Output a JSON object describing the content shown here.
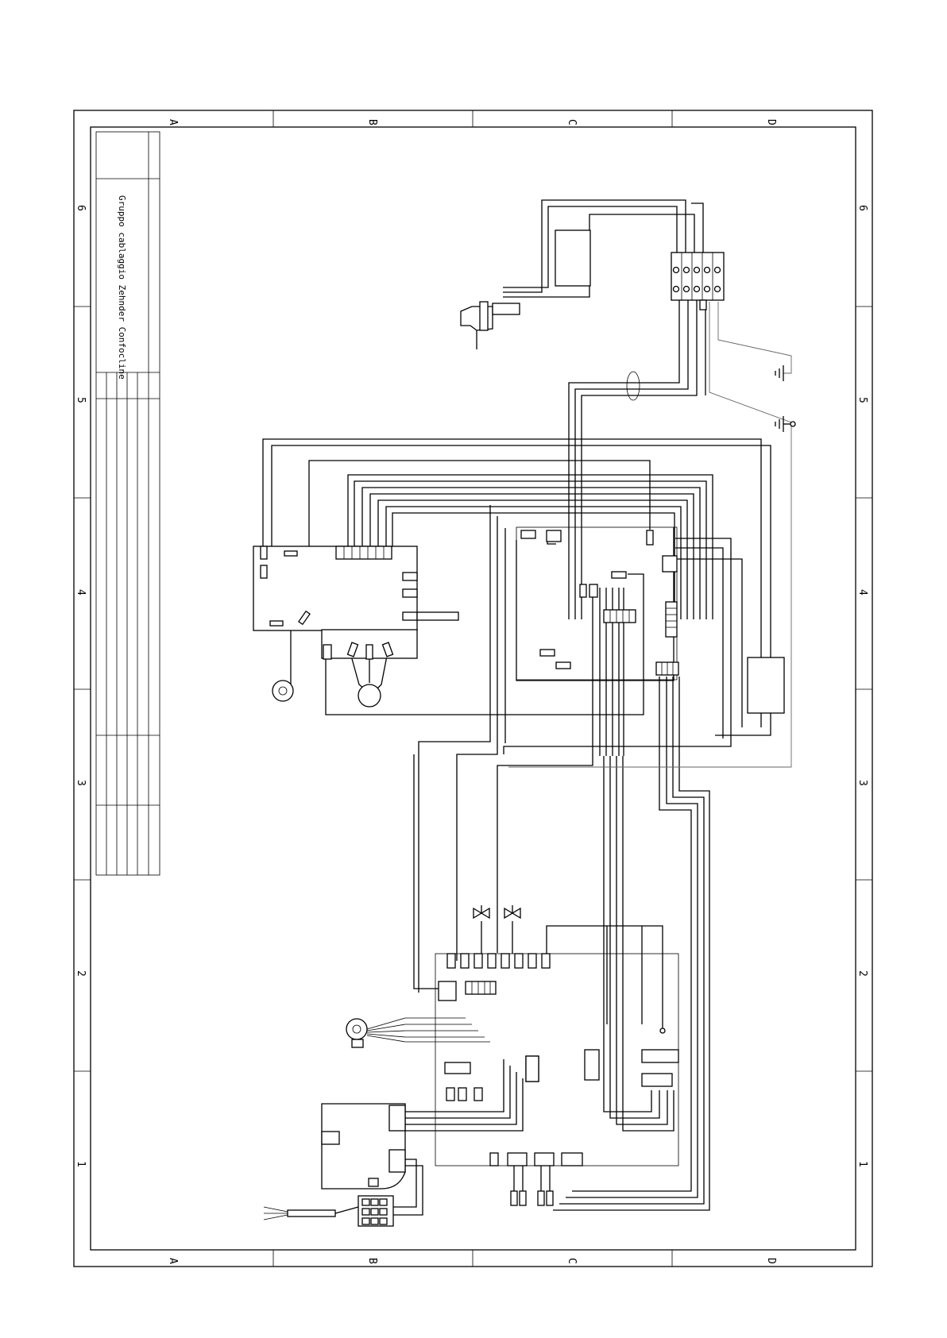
{
  "sheet": {
    "title": "Gruppo cablaggio Zehnder Confocline",
    "zone_columns": [
      "A",
      "B",
      "C",
      "D"
    ],
    "zone_rows": [
      "6",
      "5",
      "4",
      "3",
      "2",
      "1"
    ]
  }
}
